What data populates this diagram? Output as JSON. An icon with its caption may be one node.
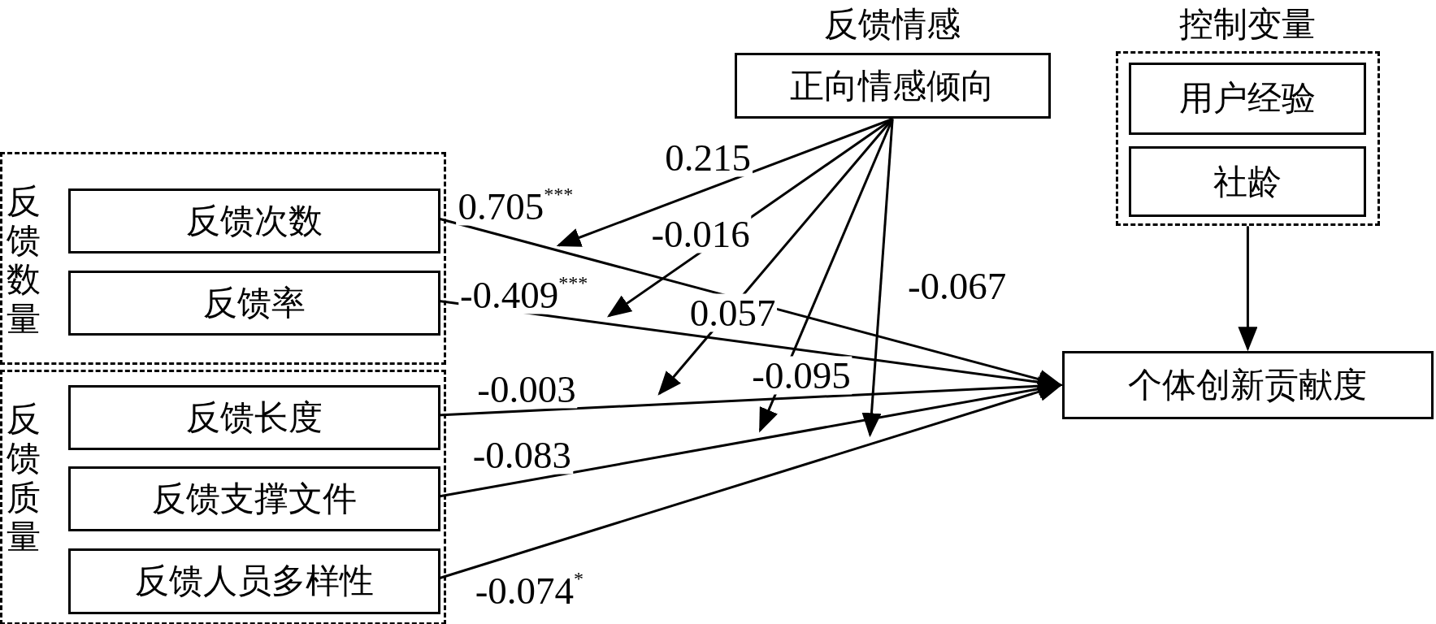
{
  "diagram": {
    "nodes": [
      {
        "text": [
          "反馈数量"
        ]
      },
      {
        "text": [
          "反馈次数"
        ],
        "in": 0
      },
      {
        "text": [
          "反馈率"
        ],
        "in": 0
      },
      {
        "text": [
          "反馈质量"
        ]
      },
      {
        "text": [
          "反馈长度"
        ],
        "in": 3
      },
      {
        "text": [
          "反馈支撑文件"
        ],
        "in": 3
      },
      {
        "text": [
          "反馈人员多样性"
        ],
        "in": 3
      },
      {
        "text": [
          "反馈情感",
          "正向情感倾向"
        ]
      },
      {
        "text": [
          "控制变量"
        ]
      },
      {
        "text": [
          "用户经验"
        ],
        "in": 8
      },
      {
        "text": [
          "社龄"
        ],
        "in": 8
      },
      {
        "text": [
          "个体创新贡献度"
        ]
      }
    ],
    "edges": [
      {
        "from": 1,
        "to": 11,
        "arrow": "to",
        "label": "0.705$^{***}$"
      },
      {
        "from": 2,
        "to": 11,
        "arrow": "to",
        "label": "-0.409$^{***}$"
      },
      {
        "from": 4,
        "to": 11,
        "arrow": "to",
        "label": "-0.003"
      },
      {
        "from": 5,
        "to": 11,
        "arrow": "to",
        "label": "-0.083"
      },
      {
        "from": 6,
        "to": 11,
        "arrow": "to",
        "label": "-0.074$^{*}$"
      },
      {
        "from": 8,
        "to": 11,
        "arrow": "to"
      },
      {
        "from": 7,
        "to": null,
        "arrow": "to",
        "label": "0.215"
      },
      {
        "from": 7,
        "to": null,
        "arrow": "to",
        "label": "-0.016"
      },
      {
        "from": 7,
        "to": null,
        "arrow": "to",
        "label": "0.057"
      },
      {
        "from": 7,
        "to": null,
        "arrow": "to",
        "label": "-0.095"
      },
      {
        "from": 7,
        "to": null,
        "arrow": "to",
        "label": "-0.067"
      }
    ]
  }
}
